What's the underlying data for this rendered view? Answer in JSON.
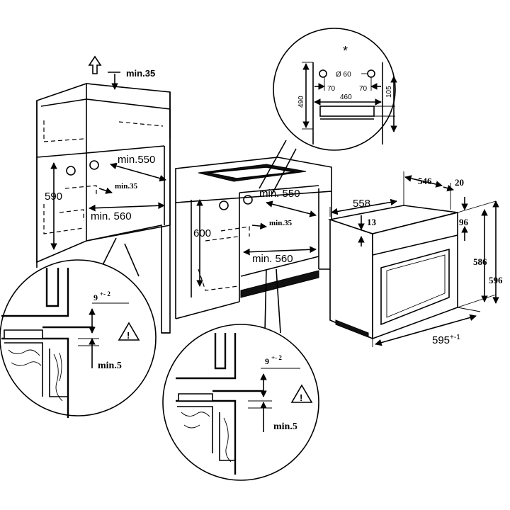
{
  "labels": {
    "vent_min": "min.35",
    "col_depth": "min.550",
    "col_height": "590",
    "col_inner_min": "min.35",
    "col_width": "min. 560",
    "ctr_depth": "min. 550",
    "ctr_height": "600",
    "ctr_inner_min": "min.35",
    "ctr_width": "min. 560",
    "oven_depth_total": "558",
    "oven_depth_body": "546",
    "oven_front": "20",
    "oven_top_offset": "13",
    "oven_side_gap": "96",
    "oven_height_body": "586",
    "oven_height_total": "596",
    "oven_width": "595",
    "oven_width_tol": "+-1"
  },
  "detail_top": {
    "asterisk": "*",
    "hole_diameter": "Ø 60",
    "left_offset": "70",
    "right_offset": "70",
    "width": "460",
    "height": "490",
    "right_height": "105"
  },
  "detail_left": {
    "gap": "9",
    "gap_tol": "+- 2",
    "min": "min.5",
    "warning": "!"
  },
  "detail_right": {
    "gap": "9",
    "gap_tol": "+- 2",
    "min": "min.5",
    "warning": "!"
  }
}
